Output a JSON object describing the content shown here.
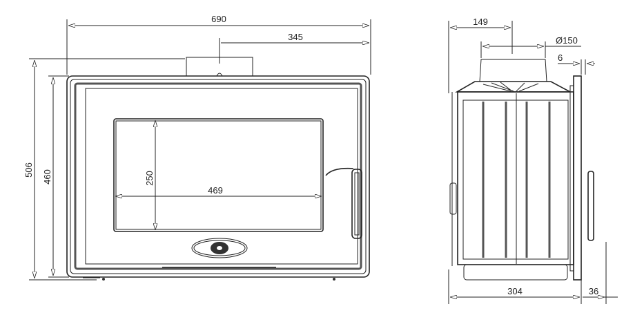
{
  "front_view": {
    "overall_width": "690",
    "flue_offset": "345",
    "overall_height": "506",
    "frame_height": "460",
    "glass_height": "250",
    "glass_width": "469"
  },
  "side_view": {
    "flue_offset": "149",
    "flue_diameter": "Ø150",
    "door_plate_thickness": "6",
    "body_depth": "304",
    "front_projection": "36"
  },
  "colors": {
    "line": "#222222",
    "background": "#ffffff"
  }
}
